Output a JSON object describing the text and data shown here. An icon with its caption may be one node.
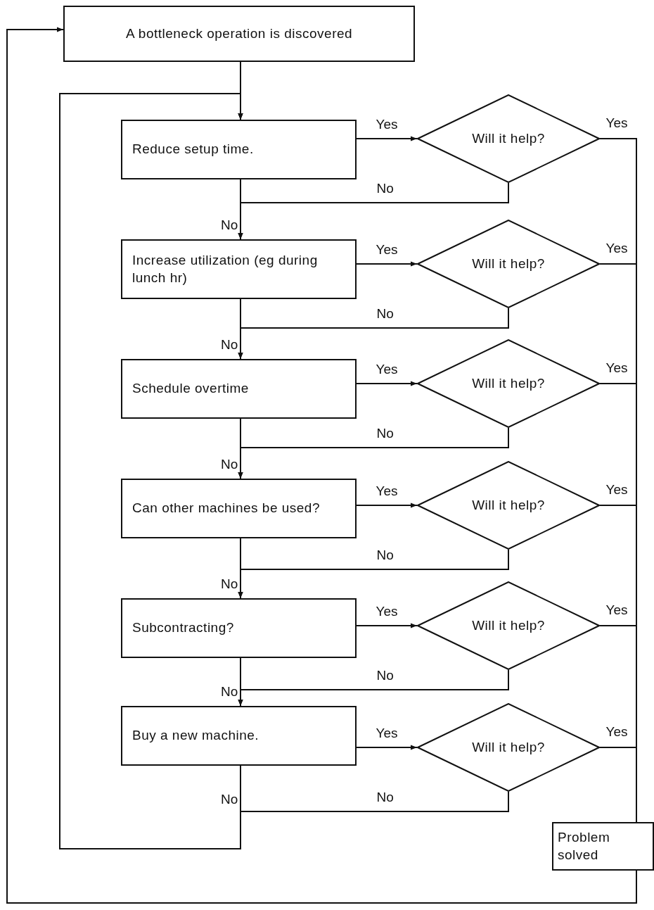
{
  "diagram": {
    "nodes": [
      {
        "text": [
          "A bottleneck operation is discovered"
        ]
      },
      {
        "text": [
          "Reduce setup time."
        ]
      },
      {
        "text": [
          "Increase utilization (eg during lunch hr)"
        ]
      },
      {
        "text": [
          "Schedule overtime"
        ]
      },
      {
        "text": [
          "Can other machines be used?"
        ]
      },
      {
        "text": [
          "Subcontracting?"
        ]
      },
      {
        "text": [
          "Buy a new machine."
        ]
      },
      {
        "text": [
          "Will it help?"
        ]
      },
      {
        "text": [
          "Will it help?"
        ]
      },
      {
        "text": [
          "Will it help?"
        ]
      },
      {
        "text": [
          "Will it help?"
        ]
      },
      {
        "text": [
          "Will it help?"
        ]
      },
      {
        "text": [
          "Will it help?"
        ]
      },
      {
        "text": [
          "Problem solved"
        ]
      }
    ],
    "edges": [
      {
        "from": 0,
        "to": 1,
        "arrow": "to"
      },
      {
        "from": 1,
        "to": 7,
        "arrow": "to",
        "label": "Yes"
      },
      {
        "from": 7,
        "to": 13,
        "arrow": "none",
        "label": "Yes"
      },
      {
        "from": 7,
        "to": 2,
        "arrow": "to",
        "label": "No"
      },
      {
        "from": 1,
        "to": 2,
        "arrow": "to",
        "label": "No"
      },
      {
        "from": 2,
        "to": 8,
        "arrow": "to",
        "label": "Yes"
      },
      {
        "from": 8,
        "to": 13,
        "arrow": "none",
        "label": "Yes"
      },
      {
        "from": 8,
        "to": 3,
        "arrow": "to",
        "label": "No"
      },
      {
        "from": 2,
        "to": 3,
        "arrow": "to",
        "label": "No"
      },
      {
        "from": 3,
        "to": 9,
        "arrow": "to",
        "label": "Yes"
      },
      {
        "from": 9,
        "to": 13,
        "arrow": "none",
        "label": "Yes"
      },
      {
        "from": 9,
        "to": 4,
        "arrow": "to",
        "label": "No"
      },
      {
        "from": 3,
        "to": 4,
        "arrow": "to",
        "label": "No"
      },
      {
        "from": 4,
        "to": 10,
        "arrow": "to",
        "label": "Yes"
      },
      {
        "from": 10,
        "to": 13,
        "arrow": "none",
        "label": "Yes"
      },
      {
        "from": 10,
        "to": 5,
        "arrow": "to",
        "label": "No"
      },
      {
        "from": 4,
        "to": 5,
        "arrow": "to",
        "label": "No"
      },
      {
        "from": 5,
        "to": 11,
        "arrow": "to",
        "label": "Yes"
      },
      {
        "from": 11,
        "to": 13,
        "arrow": "none",
        "label": "Yes"
      },
      {
        "from": 11,
        "to": 6,
        "arrow": "to",
        "label": "No"
      },
      {
        "from": 5,
        "to": 6,
        "arrow": "to",
        "label": "No"
      },
      {
        "from": 6,
        "to": 12,
        "arrow": "to",
        "label": "Yes"
      },
      {
        "from": 12,
        "to": 13,
        "arrow": "none",
        "label": "Yes"
      },
      {
        "from": 12,
        "to": 1,
        "arrow": "to",
        "label": "No"
      },
      {
        "from": 6,
        "to": 1,
        "arrow": "to",
        "label": "No"
      },
      {
        "from": 13,
        "to": 0,
        "arrow": "to"
      }
    ]
  }
}
